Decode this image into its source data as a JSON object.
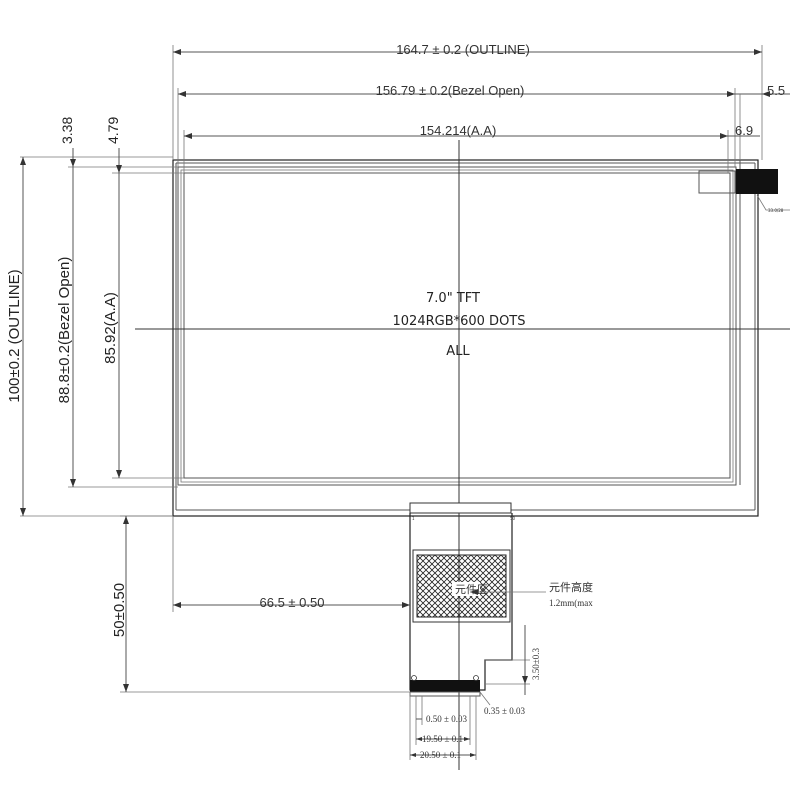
{
  "dimensions": {
    "outline_width": "164.7 ± 0.2 (OUTLINE)",
    "bezel_width": "156.79 ± 0.2(Bezel Open)",
    "aa_width": "154.214(A.A)",
    "right_5_5": "5.5",
    "right_6_9": "6.9",
    "top_3_38": "3.38",
    "top_4_79": "4.79",
    "outline_height": "100±0.2 (OUTLINE)",
    "bezel_height": "88.8±0.2(Bezel Open)",
    "aa_height": "85.92(A.A)",
    "fpc_length": "50±0.50",
    "fpc_offset": "66.5 ± 0.50",
    "fpc_step": "3.50±0.3",
    "pin_pitch": "0.50 ± 0.03",
    "pin_thickness": "0.35 ± 0.03",
    "pin_span": "19.50 ± 0.1",
    "fpc_tail_width": "20.50 ± 0.1"
  },
  "panel": {
    "size_label": "7.0\" TFT",
    "resolution_label": "1024RGB*600  DOTS",
    "type_label": "ALL"
  },
  "component_note": {
    "title": "元件高度",
    "value": "1.2mm(max"
  },
  "fpc_labels": {
    "pin_1": "1",
    "pin_last": "50"
  }
}
